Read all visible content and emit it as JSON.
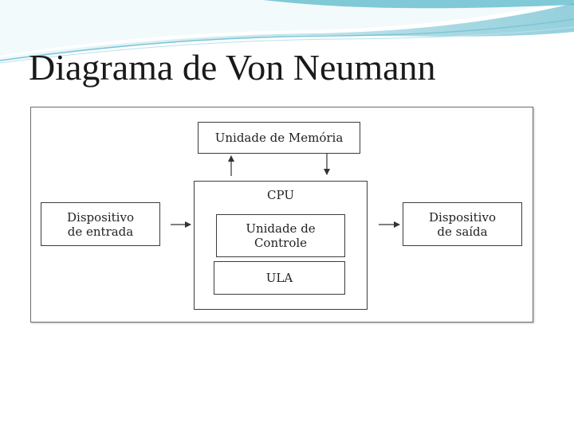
{
  "slide": {
    "title": "Diagrama de Von Neumann"
  },
  "diagram": {
    "memory": "Unidade de Memória",
    "cpu": "CPU",
    "control_unit_line1": "Unidade de",
    "control_unit_line2": "Controle",
    "alu": "ULA",
    "input_line1": "Dispositivo",
    "input_line2": "de entrada",
    "output_line1": "Dispositivo",
    "output_line2": "de saída"
  },
  "colors": {
    "swoosh_accent": "#4fb3c8",
    "border": "#3c3c3c"
  }
}
